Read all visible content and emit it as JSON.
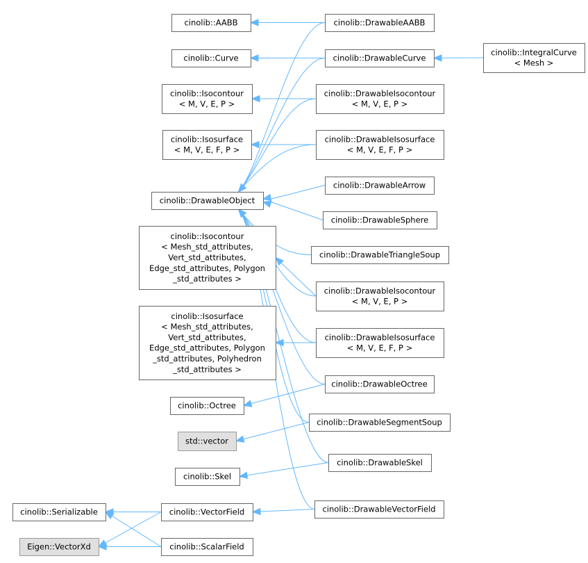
{
  "diagram_title": "",
  "colors": {
    "edge": "#63b8ff",
    "node_border": "#666666",
    "external_fill": "#e0e0e0",
    "external_border": "#999999"
  },
  "nodes": [
    {
      "id": "aabb",
      "lines": [
        "cinolib::AABB"
      ]
    },
    {
      "id": "curve",
      "lines": [
        "cinolib::Curve"
      ]
    },
    {
      "id": "isocontour_t",
      "lines": [
        "cinolib::Isocontour",
        "< M, V, E, P >"
      ]
    },
    {
      "id": "isosurface_t",
      "lines": [
        "cinolib::Isosurface",
        "< M, V, E, F, P >"
      ]
    },
    {
      "id": "drawable_object",
      "lines": [
        "cinolib::DrawableObject"
      ]
    },
    {
      "id": "isocontour_std",
      "lines": [
        "cinolib::Isocontour",
        "< Mesh_std_attributes,",
        " Vert_std_attributes,",
        " Edge_std_attributes, Polygon",
        "_std_attributes >"
      ]
    },
    {
      "id": "isosurface_std",
      "lines": [
        "cinolib::Isosurface",
        "< Mesh_std_attributes,",
        " Vert_std_attributes,",
        " Edge_std_attributes, Polygon",
        "_std_attributes, Polyhedron",
        "_std_attributes >"
      ]
    },
    {
      "id": "octree",
      "lines": [
        "cinolib::Octree"
      ]
    },
    {
      "id": "std_vector",
      "lines": [
        "std::vector"
      ],
      "external": true
    },
    {
      "id": "skel",
      "lines": [
        "cinolib::Skel"
      ]
    },
    {
      "id": "serializable",
      "lines": [
        "cinolib::Serializable"
      ]
    },
    {
      "id": "eigen_vectorxd",
      "lines": [
        "Eigen::VectorXd"
      ],
      "external": true
    },
    {
      "id": "vectorfield",
      "lines": [
        "cinolib::VectorField"
      ]
    },
    {
      "id": "scalarfield",
      "lines": [
        "cinolib::ScalarField"
      ]
    },
    {
      "id": "drawable_aabb",
      "lines": [
        "cinolib::DrawableAABB"
      ]
    },
    {
      "id": "drawable_curve",
      "lines": [
        "cinolib::DrawableCurve"
      ]
    },
    {
      "id": "integral_curve",
      "lines": [
        "cinolib::IntegralCurve",
        "< Mesh >"
      ]
    },
    {
      "id": "drawable_isocontour_t",
      "lines": [
        "cinolib::DrawableIsocontour",
        "< M, V, E, P >"
      ]
    },
    {
      "id": "drawable_isosurface_t",
      "lines": [
        "cinolib::DrawableIsosurface",
        "< M, V, E, F, P >"
      ]
    },
    {
      "id": "drawable_arrow",
      "lines": [
        "cinolib::DrawableArrow"
      ]
    },
    {
      "id": "drawable_sphere",
      "lines": [
        "cinolib::DrawableSphere"
      ]
    },
    {
      "id": "drawable_triangle_soup",
      "lines": [
        "cinolib::DrawableTriangleSoup"
      ]
    },
    {
      "id": "drawable_isocontour_std",
      "lines": [
        "cinolib::DrawableIsocontour",
        "< M, V, E, P >"
      ]
    },
    {
      "id": "drawable_isosurface_std",
      "lines": [
        "cinolib::DrawableIsosurface",
        "< M, V, E, F, P >"
      ]
    },
    {
      "id": "drawable_octree",
      "lines": [
        "cinolib::DrawableOctree"
      ]
    },
    {
      "id": "drawable_segment_soup",
      "lines": [
        "cinolib::DrawableSegmentSoup"
      ]
    },
    {
      "id": "drawable_skel",
      "lines": [
        "cinolib::DrawableSkel"
      ]
    },
    {
      "id": "drawable_vectorfield",
      "lines": [
        "cinolib::DrawableVectorField"
      ]
    }
  ],
  "edges": [
    {
      "from": "drawable_aabb",
      "to": "aabb"
    },
    {
      "from": "drawable_aabb",
      "to": "drawable_object"
    },
    {
      "from": "drawable_curve",
      "to": "curve"
    },
    {
      "from": "drawable_curve",
      "to": "drawable_object"
    },
    {
      "from": "integral_curve",
      "to": "drawable_curve"
    },
    {
      "from": "drawable_isocontour_t",
      "to": "isocontour_t"
    },
    {
      "from": "drawable_isocontour_t",
      "to": "drawable_object"
    },
    {
      "from": "drawable_isosurface_t",
      "to": "isosurface_t"
    },
    {
      "from": "drawable_isosurface_t",
      "to": "drawable_object"
    },
    {
      "from": "drawable_arrow",
      "to": "drawable_object"
    },
    {
      "from": "drawable_sphere",
      "to": "drawable_object"
    },
    {
      "from": "drawable_triangle_soup",
      "to": "drawable_object"
    },
    {
      "from": "drawable_isocontour_std",
      "to": "isocontour_std"
    },
    {
      "from": "drawable_isocontour_std",
      "to": "drawable_object"
    },
    {
      "from": "drawable_isosurface_std",
      "to": "isosurface_std"
    },
    {
      "from": "drawable_isosurface_std",
      "to": "drawable_object"
    },
    {
      "from": "drawable_octree",
      "to": "octree"
    },
    {
      "from": "drawable_octree",
      "to": "drawable_object"
    },
    {
      "from": "drawable_segment_soup",
      "to": "std_vector"
    },
    {
      "from": "drawable_segment_soup",
      "to": "drawable_object"
    },
    {
      "from": "drawable_skel",
      "to": "skel"
    },
    {
      "from": "drawable_skel",
      "to": "drawable_object"
    },
    {
      "from": "drawable_vectorfield",
      "to": "vectorfield"
    },
    {
      "from": "drawable_vectorfield",
      "to": "drawable_object"
    },
    {
      "from": "vectorfield",
      "to": "serializable"
    },
    {
      "from": "vectorfield",
      "to": "eigen_vectorxd"
    },
    {
      "from": "scalarfield",
      "to": "serializable"
    },
    {
      "from": "scalarfield",
      "to": "eigen_vectorxd"
    }
  ]
}
